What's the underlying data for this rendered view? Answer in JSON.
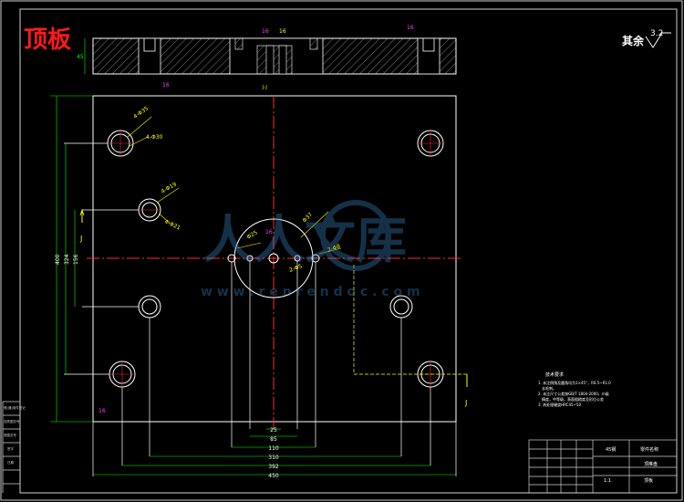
{
  "title": "顶板",
  "roughness": {
    "label": "其余",
    "value": "3.2"
  },
  "section": {
    "label": "J-J",
    "cut_mark": "J"
  },
  "top_view": {
    "depth_label": "45",
    "roughness_values": [
      "16",
      "16",
      "16",
      "16"
    ]
  },
  "holes": {
    "corner": [
      "4-Φ35",
      "4-Φ30"
    ],
    "guide": [
      "4-Φ19",
      "4-Φ21"
    ],
    "center_large": "Φ37",
    "center_small": "Φ25",
    "small_left": "2-Φ5",
    "small_right": "2-Φ8",
    "center_roughness": "16",
    "left_roughness": "16"
  },
  "vertical_dims": [
    "400",
    "324",
    "156"
  ],
  "horizontal_dims": [
    "25",
    "85",
    "110",
    "310",
    "392",
    "450"
  ],
  "watermark": {
    "logo": "人人文库",
    "url": "w w w . r e n r e n d o c . c o m"
  },
  "tech_notes": {
    "title": "技术要求",
    "lines": [
      "1. 未注倒角及圆角均为1×45°，R0.5~R1.0",
      "去毛刺。",
      "2. 未注尺寸公差按GB/T 1804-2000，m级",
      "精度，中等级，表面粗糙度及形位公差",
      "3. 热处理硬度HRC45~50"
    ]
  },
  "title_block": {
    "material": "45钢",
    "part_name_header": "零件名称",
    "part_name": "顶推盘",
    "drawing": "顶板",
    "scale": "1:1"
  },
  "side_labels": [
    "借(通)用件登记",
    "旧底图总号",
    "底图总号",
    "签字",
    "日期"
  ]
}
